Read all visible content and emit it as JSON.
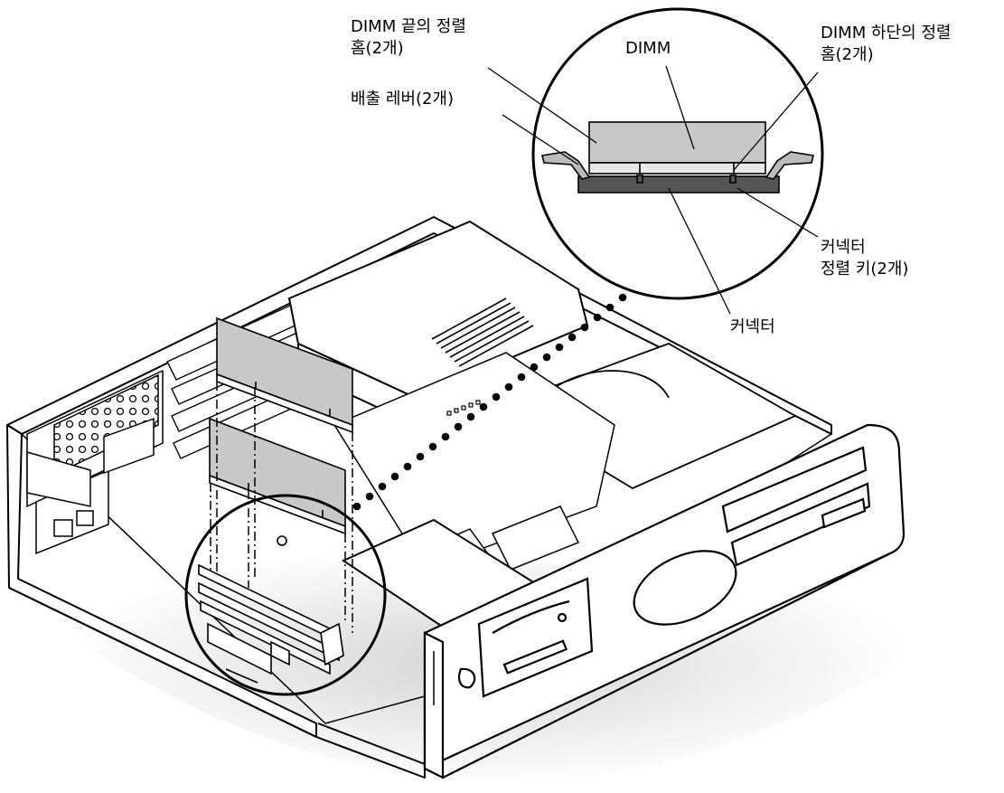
{
  "labels": {
    "dimm_end_notches": [
      "DIMM 끝의 정렬",
      "홈(2개)"
    ],
    "dimm": "DIMM",
    "dimm_bottom_notches": [
      "DIMM 하단의 정렬",
      "홈(2개)"
    ],
    "eject_levers": "배출 레버(2개)",
    "connector_keys": [
      "커넥터",
      "정렬 키(2개)"
    ],
    "connector": "커넥터"
  },
  "colors": {
    "line": "#000000",
    "dimm_fill": "#c8c8c8",
    "connector_fill": "#555555",
    "chassis_fill": "#ffffff",
    "shadow": "#d6d6d6"
  }
}
